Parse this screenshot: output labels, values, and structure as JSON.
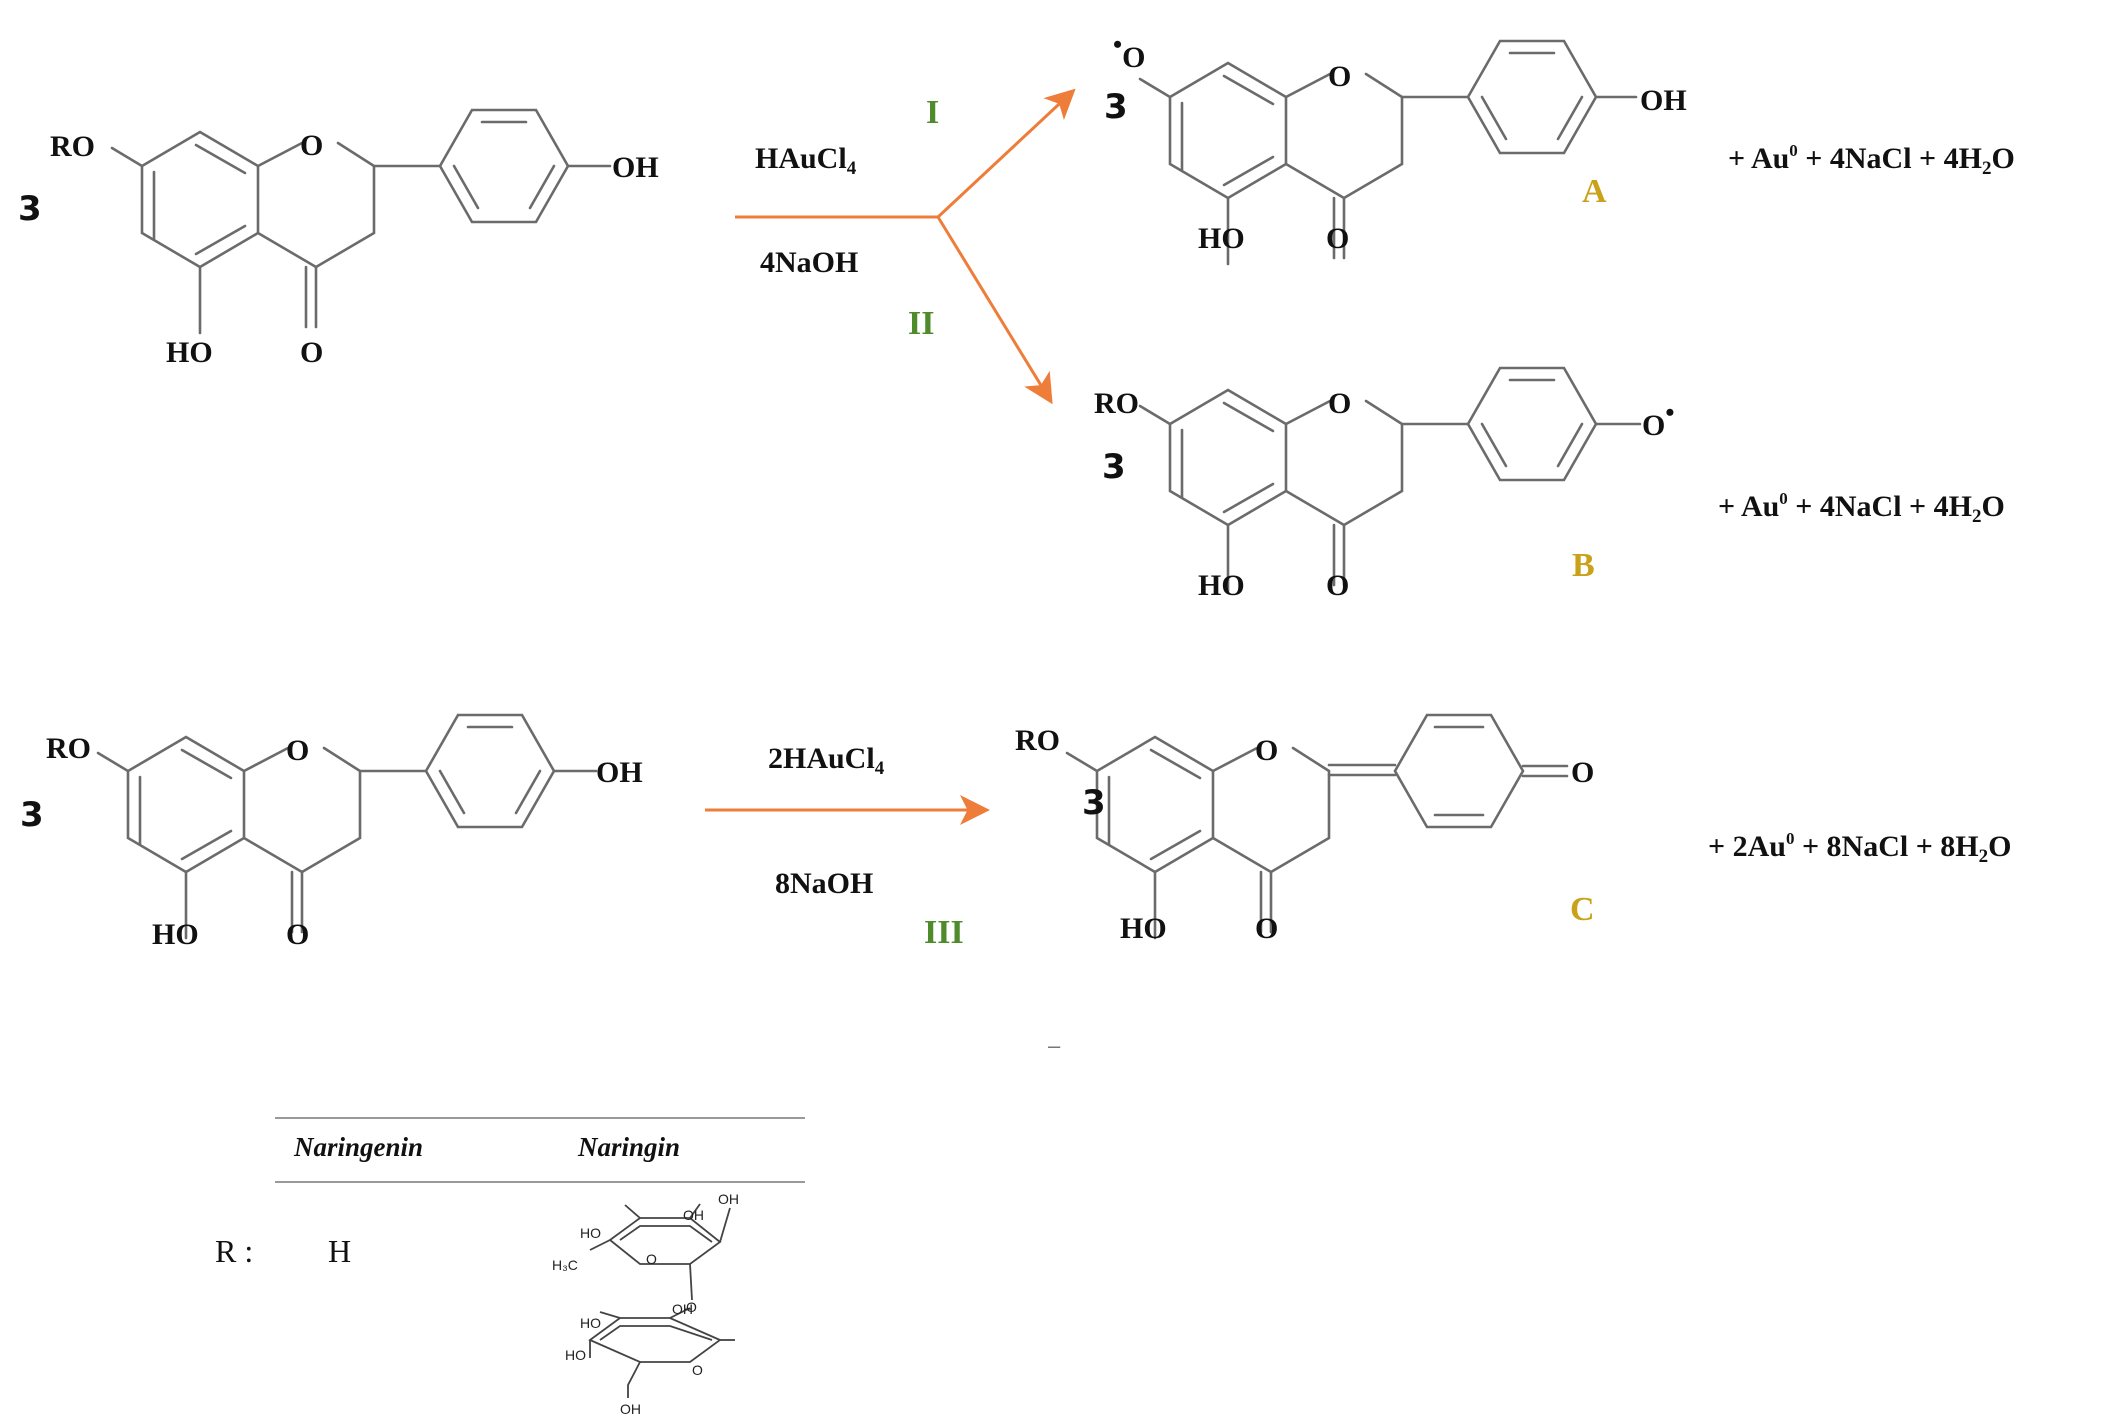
{
  "molecules": [
    {
      "id": "reactant-1",
      "coef": "3",
      "labels": {
        "ro": "RO",
        "ring_o": "O",
        "oh_right": "OH",
        "ho": "HO",
        "ketone": "O"
      }
    },
    {
      "id": "product-a",
      "coef": "3",
      "labels": {
        "ro": "O",
        "ring_o": "O",
        "oh_right": "OH",
        "ho": "HO",
        "ketone": "O"
      },
      "tag": "A"
    },
    {
      "id": "product-b",
      "coef": "3",
      "labels": {
        "ro": "RO",
        "ring_o": "O",
        "oh_right": "O",
        "ho": "HO",
        "ketone": "O"
      },
      "tag": "B"
    },
    {
      "id": "reactant-2",
      "coef": "3",
      "labels": {
        "ro": "RO",
        "ring_o": "O",
        "oh_right": "OH",
        "ho": "HO",
        "ketone": "O"
      }
    },
    {
      "id": "product-c",
      "coef": "3",
      "labels": {
        "ro": "RO",
        "ring_o": "O",
        "oh_right": "O",
        "ho": "HO",
        "ketone": "O"
      },
      "tag": "C"
    }
  ],
  "reaction1": {
    "reagent_top": {
      "base": "HAuCl",
      "sub": "4"
    },
    "reagent_bottom": "4NaOH",
    "path_top": "I",
    "path_bottom": "II"
  },
  "reaction2": {
    "reagent_top": {
      "base": "2HAuCl",
      "sub": "4"
    },
    "reagent_bottom": "8NaOH",
    "path": "III"
  },
  "byproducts": {
    "a": {
      "p1": "+ Au",
      "sup": "0",
      "p2": " +  4NaCl + 4H",
      "sub": "2",
      "p3": "O"
    },
    "b": {
      "p1": "+ Au",
      "sup": "0",
      "p2": " +  4NaCl + 4H",
      "sub": "2",
      "p3": "O"
    },
    "c": {
      "p1": "+ 2Au",
      "sup": "0",
      "p2": " +  8NaCl + 8H",
      "sub": "2",
      "p3": "O"
    }
  },
  "radical_dot": "•",
  "dash": "–",
  "table": {
    "col1": "Naringenin",
    "col2": "Naringin",
    "row_label": "R :",
    "naringenin_value": "H",
    "sugar_labels": {
      "oh_top1": "HO",
      "oh_top2": "OH",
      "oh_top3": "OH",
      "methyl": "H₃C",
      "ring_o1": "O",
      "link_o": "O",
      "ho_mid": "HO",
      "oh_mid": "OH",
      "ho_low": "HO",
      "ring_o2": "O",
      "oh_bottom": "OH"
    }
  },
  "colors": {
    "arrow": "#ee7d3a",
    "path_label": "#4f8a2b",
    "product_label": "#c9a21a",
    "bond": "#6b6b6b"
  }
}
